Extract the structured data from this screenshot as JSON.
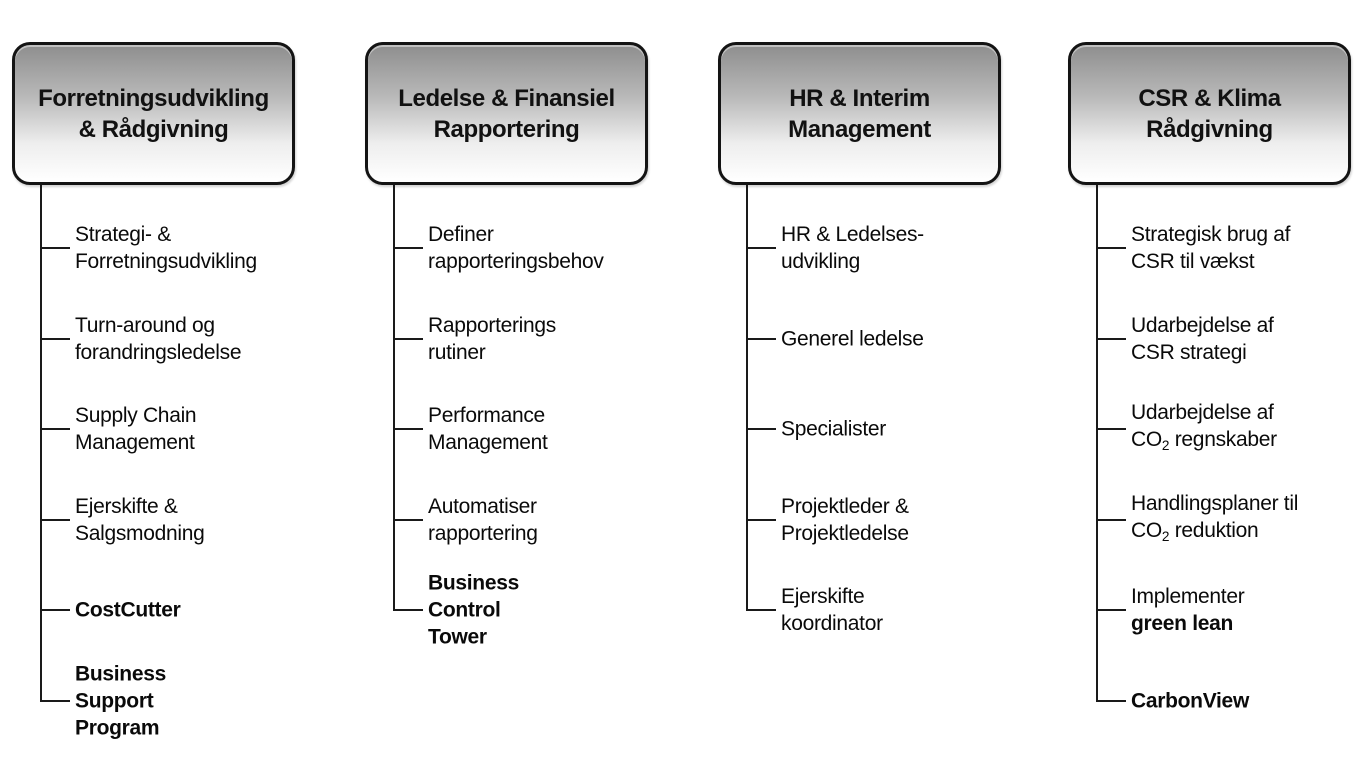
{
  "diagram": {
    "colors": {
      "box_border": "#141414",
      "box_gradient_top": "#8e8e8e",
      "box_gradient_bottom": "#ffffff",
      "line": "#1a1a1a",
      "text": "#0a0a0a"
    },
    "columns": [
      {
        "title": "Forretningsudvikling & Rådgivning",
        "title_lines": [
          "Forretningsudvikling",
          "& Rådgivning"
        ],
        "items": [
          {
            "lines": [
              [
                {
                  "t": "Strategi- &"
                }
              ],
              [
                {
                  "t": "Forretningsudvikling"
                }
              ]
            ]
          },
          {
            "lines": [
              [
                {
                  "t": "Turn-around og"
                }
              ],
              [
                {
                  "t": "forandringsledelse"
                }
              ]
            ]
          },
          {
            "lines": [
              [
                {
                  "t": "Supply Chain"
                }
              ],
              [
                {
                  "t": "Management"
                }
              ]
            ]
          },
          {
            "lines": [
              [
                {
                  "t": "Ejerskifte &"
                }
              ],
              [
                {
                  "t": "Salgsmodning"
                }
              ]
            ]
          },
          {
            "lines": [
              [
                {
                  "t": "CostCutter",
                  "b": true
                }
              ]
            ]
          },
          {
            "lines": [
              [
                {
                  "t": "Business",
                  "b": true
                }
              ],
              [
                {
                  "t": "Support",
                  "b": true
                }
              ],
              [
                {
                  "t": "Program",
                  "b": true
                }
              ]
            ]
          }
        ]
      },
      {
        "title": "Ledelse & Finansiel Rapportering",
        "title_lines": [
          "Ledelse & Finansiel",
          "Rapportering"
        ],
        "items": [
          {
            "lines": [
              [
                {
                  "t": "Definer"
                }
              ],
              [
                {
                  "t": "rapporteringsbehov"
                }
              ]
            ]
          },
          {
            "lines": [
              [
                {
                  "t": "Rapporterings"
                }
              ],
              [
                {
                  "t": "rutiner"
                }
              ]
            ]
          },
          {
            "lines": [
              [
                {
                  "t": "Performance"
                }
              ],
              [
                {
                  "t": "Management"
                }
              ]
            ]
          },
          {
            "lines": [
              [
                {
                  "t": "Automatiser"
                }
              ],
              [
                {
                  "t": "rapportering"
                }
              ]
            ]
          },
          {
            "lines": [
              [
                {
                  "t": "Business",
                  "b": true
                }
              ],
              [
                {
                  "t": "Control",
                  "b": true
                }
              ],
              [
                {
                  "t": "Tower",
                  "b": true
                }
              ]
            ]
          }
        ]
      },
      {
        "title": "HR & Interim Management",
        "title_lines": [
          "HR & Interim",
          "Management"
        ],
        "items": [
          {
            "lines": [
              [
                {
                  "t": "HR & Ledelses-"
                }
              ],
              [
                {
                  "t": "udvikling"
                }
              ]
            ]
          },
          {
            "lines": [
              [
                {
                  "t": "Generel ledelse"
                }
              ]
            ]
          },
          {
            "lines": [
              [
                {
                  "t": "Specialister"
                }
              ]
            ]
          },
          {
            "lines": [
              [
                {
                  "t": "Projektleder &"
                }
              ],
              [
                {
                  "t": "Projektledelse"
                }
              ]
            ]
          },
          {
            "lines": [
              [
                {
                  "t": "Ejerskifte"
                }
              ],
              [
                {
                  "t": "koordinator"
                }
              ]
            ]
          }
        ]
      },
      {
        "title": "CSR & Klima Rådgivning",
        "title_lines": [
          "CSR & Klima",
          "Rådgivning"
        ],
        "items": [
          {
            "lines": [
              [
                {
                  "t": "Strategisk brug af"
                }
              ],
              [
                {
                  "t": "CSR til vækst"
                }
              ]
            ]
          },
          {
            "lines": [
              [
                {
                  "t": "Udarbejdelse af"
                }
              ],
              [
                {
                  "t": "CSR strategi"
                }
              ]
            ]
          },
          {
            "lines": [
              [
                {
                  "t": "Udarbejdelse af"
                }
              ],
              [
                {
                  "t": "CO"
                },
                {
                  "t": "2",
                  "sub": true
                },
                {
                  "t": " regnskaber"
                }
              ]
            ]
          },
          {
            "lines": [
              [
                {
                  "t": "Handlingsplaner til"
                }
              ],
              [
                {
                  "t": "CO"
                },
                {
                  "t": "2",
                  "sub": true
                },
                {
                  "t": " reduktion"
                }
              ]
            ]
          },
          {
            "lines": [
              [
                {
                  "t": "Implementer"
                }
              ],
              [
                {
                  "t": "green lean",
                  "b": true
                }
              ]
            ]
          },
          {
            "lines": [
              [
                {
                  "t": "CarbonView",
                  "b": true
                }
              ]
            ]
          }
        ]
      }
    ]
  }
}
